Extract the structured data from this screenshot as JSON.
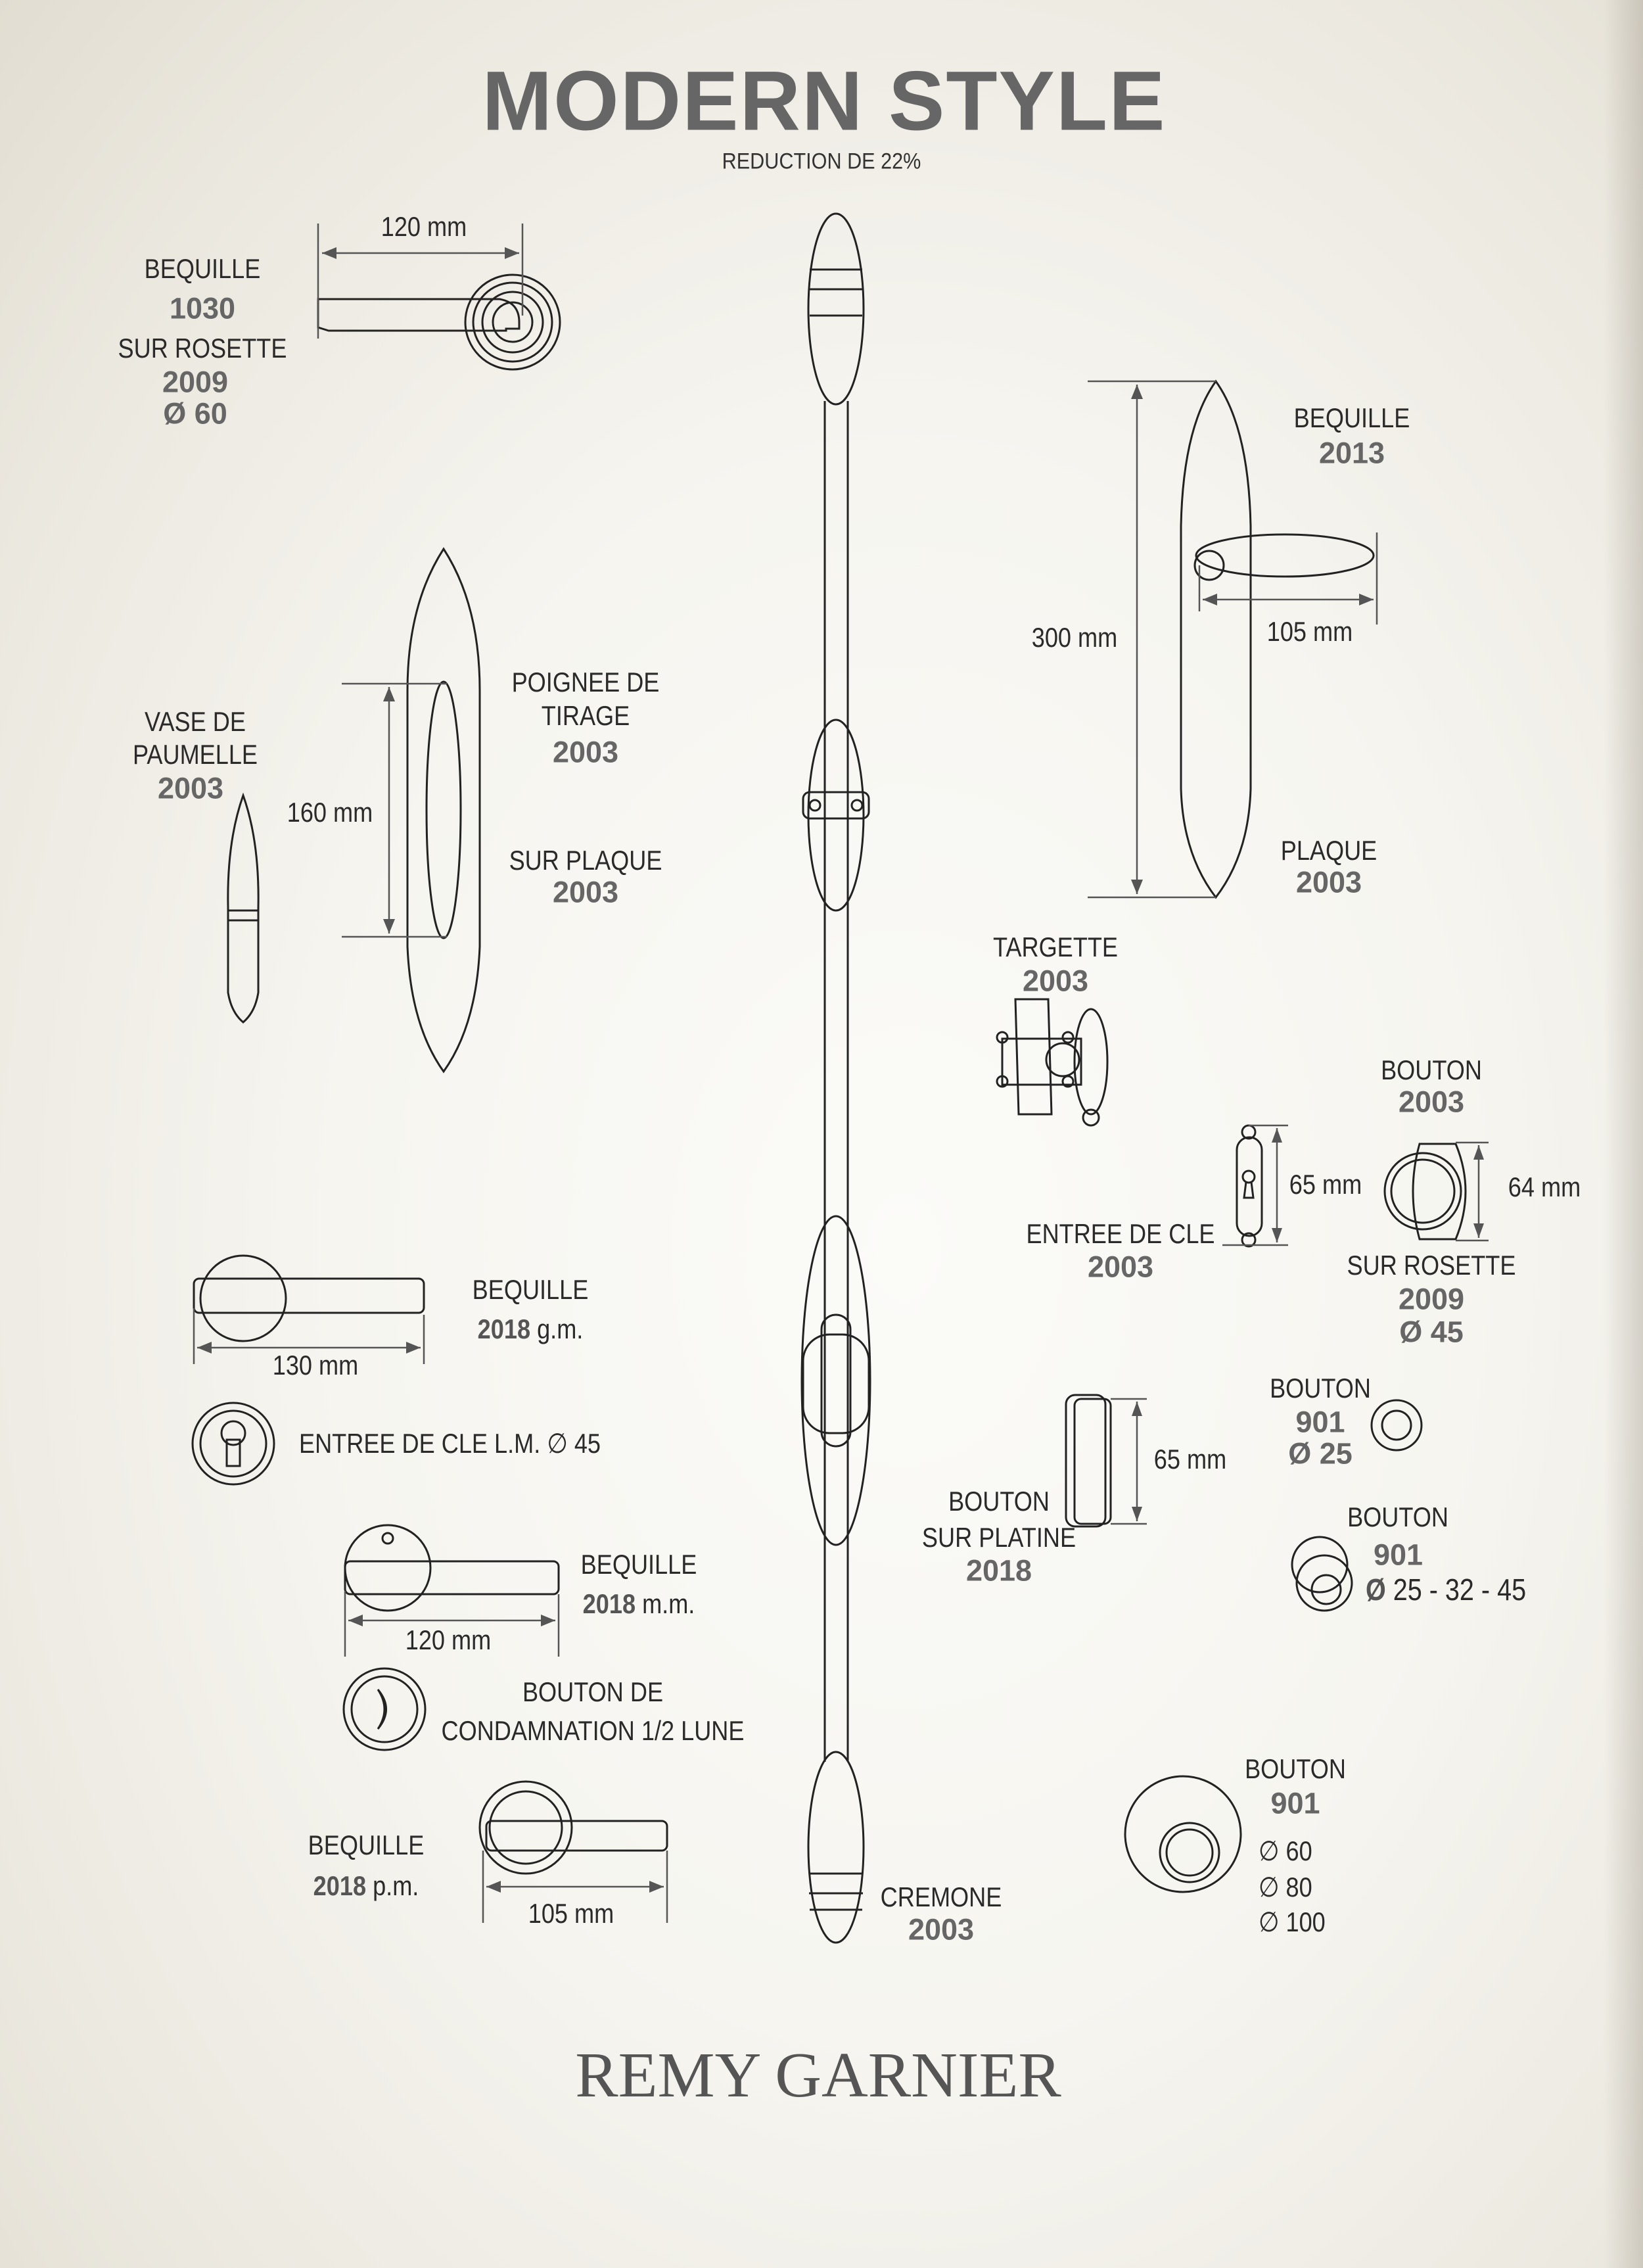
{
  "header": {
    "title": "MODERN STYLE",
    "subtitle": "REDUCTION  DE 22%"
  },
  "items": {
    "bequille_1030": {
      "label": "BEQUILLE",
      "code": "1030",
      "sub": "SUR ROSETTE",
      "sub_code": "2009",
      "diameter": "Ø 60",
      "dim": "120 mm"
    },
    "bequille_2013": {
      "label": "BEQUILLE",
      "code": "2013",
      "dim_height": "300 mm",
      "dim_width": "105 mm",
      "plate_label": "PLAQUE",
      "plate_code": "2003"
    },
    "poignee_tirage": {
      "label1": "POIGNEE DE",
      "label2": "TIRAGE",
      "code": "2003",
      "sub": "SUR PLAQUE",
      "sub_code": "2003",
      "dim": "160 mm"
    },
    "vase_paumelle": {
      "label1": "VASE DE",
      "label2": "PAUMELLE",
      "code": "2003"
    },
    "targette": {
      "label": "TARGETTE",
      "code": "2003"
    },
    "bouton_2003": {
      "label": "BOUTON",
      "code": "2003",
      "dim": "64 mm",
      "sub": "SUR ROSETTE",
      "sub_code": "2009",
      "diameter": "Ø 45"
    },
    "entree_cle_2003": {
      "label": "ENTREE DE CLE",
      "code": "2003",
      "dim": "65 mm"
    },
    "bequille_2018_gm": {
      "label": "BEQUILLE",
      "code": "2018",
      "suffix": " g.m.",
      "dim": "130 mm"
    },
    "entree_cle_lm": {
      "label": "ENTREE DE CLE L.M. ∅ 45"
    },
    "bouton_901_25": {
      "label": "BOUTON",
      "code": "901",
      "diameter": "Ø 25"
    },
    "bouton_platine": {
      "label1": "BOUTON",
      "label2": "SUR PLATINE",
      "code": "2018",
      "dim": "65 mm"
    },
    "bouton_901_multi": {
      "label": "BOUTON",
      "code": "901",
      "diameter_prefix": "Ø",
      "diameters": " 25 - 32 - 45"
    },
    "bequille_2018_mm": {
      "label": "BEQUILLE",
      "code": "2018",
      "suffix": " m.m.",
      "dim": "120 mm"
    },
    "bouton_condamnation": {
      "label1": "BOUTON DE",
      "label2": "CONDAMNATION 1/2 LUNE"
    },
    "bequille_2018_pm": {
      "label": "BEQUILLE",
      "code": "2018",
      "suffix": " p.m.",
      "dim": "105 mm"
    },
    "bouton_901_large": {
      "label": "BOUTON",
      "code": "901",
      "d1": "∅ 60",
      "d2": "∅ 80",
      "d3": "∅ 100"
    },
    "cremone": {
      "label": "CREMONE",
      "code": "2003"
    }
  },
  "footer": {
    "brand": "REMY GARNIER"
  }
}
